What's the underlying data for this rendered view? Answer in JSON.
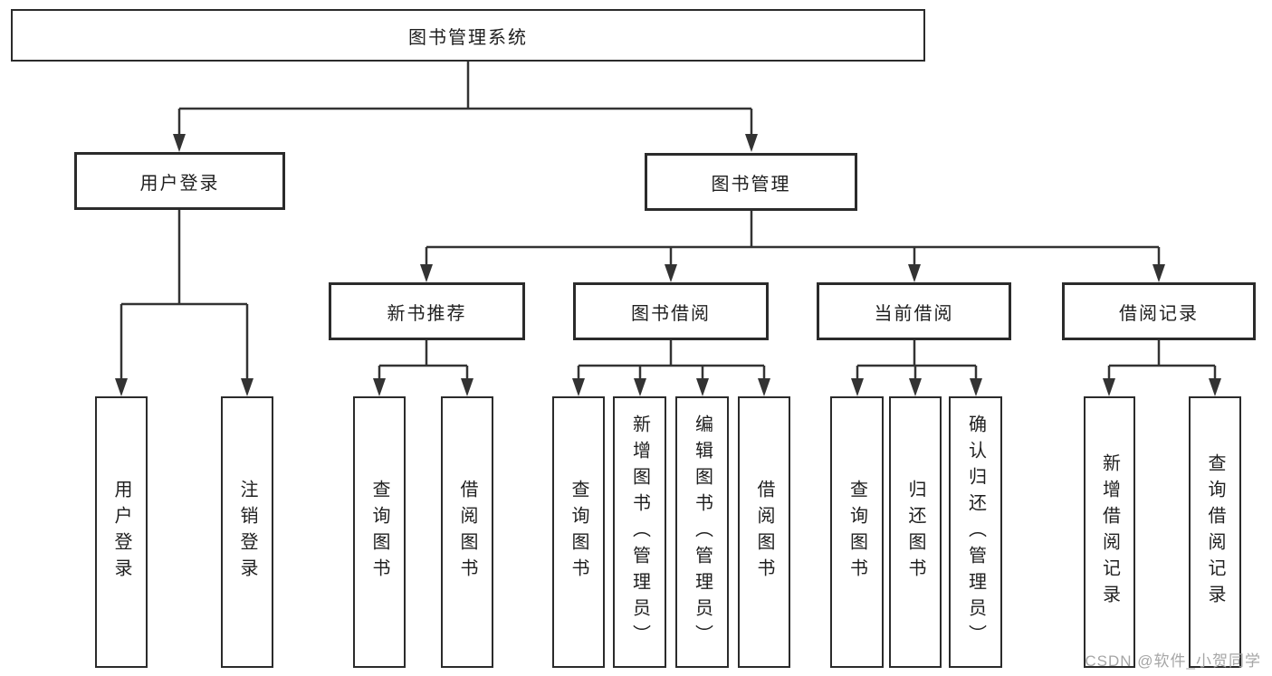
{
  "diagram": {
    "type": "tree-diagram",
    "colors": {
      "line": "#333333",
      "box_border": "#2b2b2b",
      "text": "#1f1f1f",
      "watermark": "#a6a6a6",
      "background": "#ffffff"
    },
    "watermark": "CSDN @软件_小贺同学",
    "tree": {
      "label": "图书管理系统",
      "children": [
        {
          "label": "用户登录",
          "children": [
            {
              "label": "用户登录"
            },
            {
              "label": "注销登录"
            }
          ]
        },
        {
          "label": "图书管理",
          "children": [
            {
              "label": "新书推荐",
              "children": [
                {
                  "label": "查询图书"
                },
                {
                  "label": "借阅图书"
                }
              ]
            },
            {
              "label": "图书借阅",
              "children": [
                {
                  "label": "查询图书"
                },
                {
                  "label": "新增图书（管理员）"
                },
                {
                  "label": "编辑图书（管理员）"
                },
                {
                  "label": "借阅图书"
                }
              ]
            },
            {
              "label": "当前借阅",
              "children": [
                {
                  "label": "查询图书"
                },
                {
                  "label": "归还图书"
                },
                {
                  "label": "确认归还（管理员）"
                }
              ]
            },
            {
              "label": "借阅记录",
              "children": [
                {
                  "label": "新增借阅记录"
                },
                {
                  "label": "查询借阅记录"
                }
              ]
            }
          ]
        }
      ]
    }
  }
}
